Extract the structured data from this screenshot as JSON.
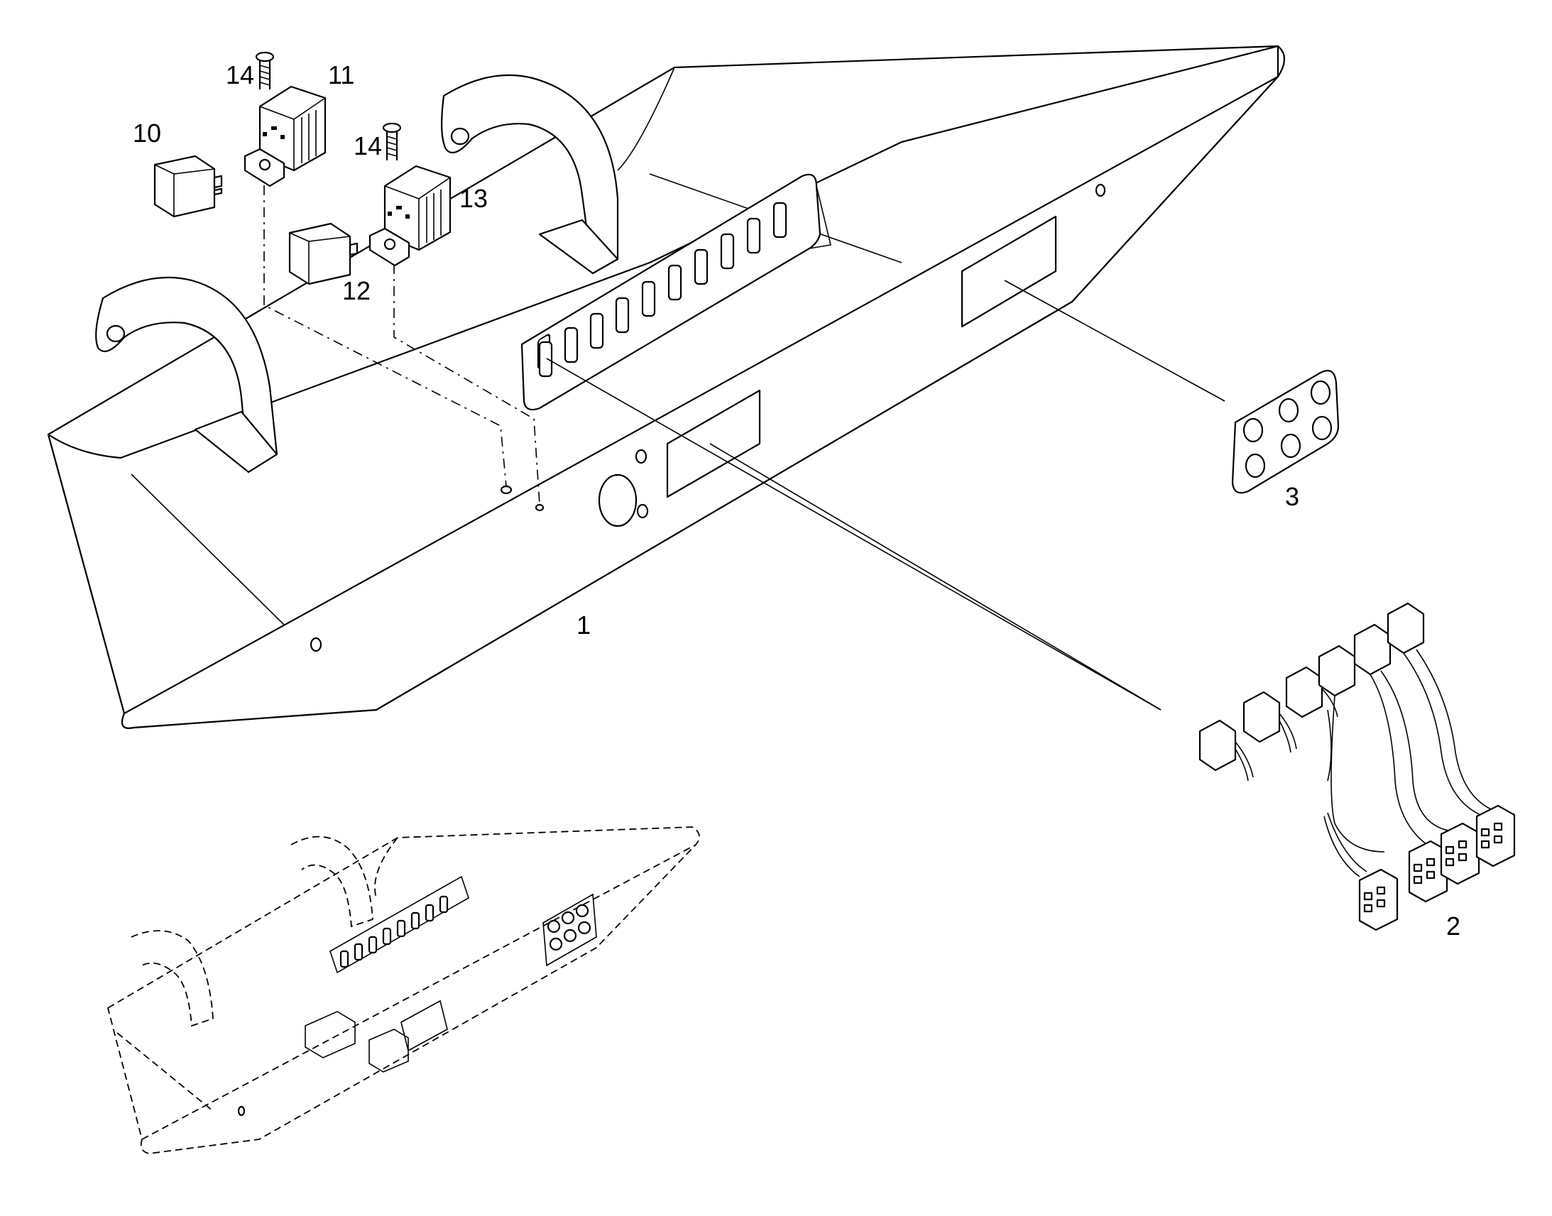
{
  "callouts": {
    "c1": "1",
    "c2": "2",
    "c3": "3",
    "c10": "10",
    "c11": "11",
    "c12": "12",
    "c13": "13",
    "c14a": "14",
    "c14b": "14"
  },
  "colors": {
    "line": "#000000",
    "background": "#ffffff"
  }
}
